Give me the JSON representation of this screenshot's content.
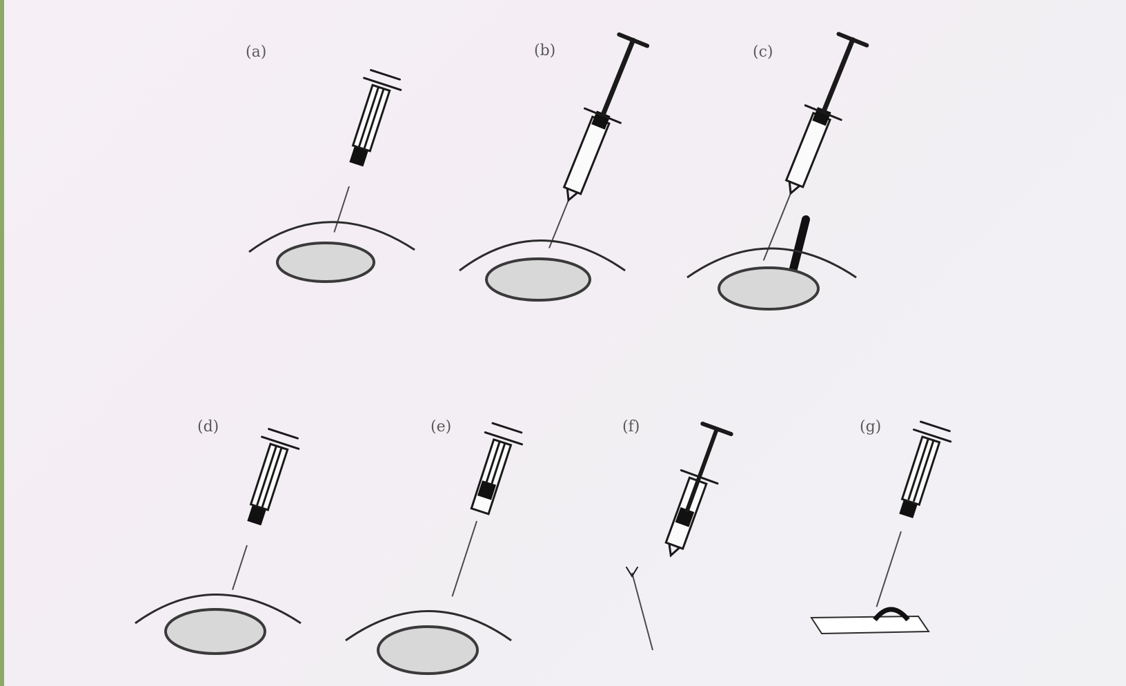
{
  "figure": {
    "background_color": "#f3eef3",
    "frame_color": "#8ea86a",
    "panels": [
      {
        "id": "a",
        "label": "(a)",
        "syringe_state": "plunger-depressed",
        "has_well": true
      },
      {
        "id": "b",
        "label": "(b)",
        "syringe_state": "plunger-withdrawn",
        "has_well": true
      },
      {
        "id": "c",
        "label": "(c)",
        "syringe_state": "plunger-withdrawn",
        "has_well": true,
        "has_probe": true
      },
      {
        "id": "d",
        "label": "(d)",
        "syringe_state": "plunger-depressed",
        "has_well": true
      },
      {
        "id": "e",
        "label": "(e)",
        "syringe_state": "plunger-mid",
        "has_well": true
      },
      {
        "id": "f",
        "label": "(f)",
        "syringe_state": "plunger-mid",
        "has_well": false,
        "detached_needle": true
      },
      {
        "id": "g",
        "label": "(g)",
        "syringe_state": "plunger-depressed",
        "has_well": false,
        "has_slide": true
      }
    ]
  }
}
